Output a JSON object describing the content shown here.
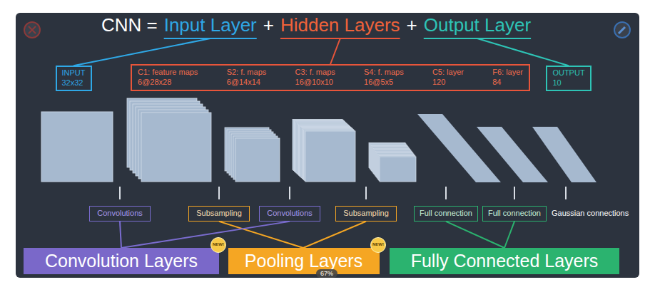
{
  "diagram": {
    "nodes": [
      {
        "text": [
          "INPUT",
          "32x32"
        ]
      },
      {
        "text": [
          "C1:  feature maps",
          "6@28x28",
          "S2:  f. maps",
          "6@14x14",
          "C3:  f. maps",
          "16@10x10",
          "S4:  f. maps",
          "16@5x5",
          "C5:  layer",
          "120",
          "F6:  layer",
          "84"
        ]
      },
      {
        "text": [
          "OUTPUT",
          "10"
        ]
      },
      {
        "text": [
          "Convolutions"
        ]
      },
      {
        "text": [
          "Subsampling"
        ]
      },
      {
        "text": [
          "Convolutions"
        ]
      },
      {
        "text": [
          "Subsampling"
        ]
      },
      {
        "text": [
          "Full connection"
        ]
      },
      {
        "text": [
          "Full connection"
        ]
      },
      {
        "text": [
          "Convolution Layers"
        ]
      },
      {
        "text": [
          "Pooling Layers"
        ]
      },
      {
        "text": [
          "Fully Connected Layers"
        ]
      },
      {
        "text": [
          "NEW!"
        ]
      },
      {
        "text": [
          "NEW!"
        ]
      }
    ],
    "edges": [
      {
        "from": 3,
        "to": 9,
        "arrow": "none"
      },
      {
        "from": 4,
        "to": 10,
        "arrow": "none"
      },
      {
        "from": 5,
        "to": 9,
        "arrow": "none"
      },
      {
        "from": 6,
        "to": 10,
        "arrow": "none"
      },
      {
        "from": 7,
        "to": 11,
        "arrow": "none"
      },
      {
        "from": 8,
        "to": 11,
        "arrow": "none"
      }
    ],
    "labels": [
      "CNN =",
      "Input Layer",
      "+",
      "Hidden Layers",
      "+",
      "Output Layer",
      "Gaussian connections",
      "67%"
    ]
  }
}
